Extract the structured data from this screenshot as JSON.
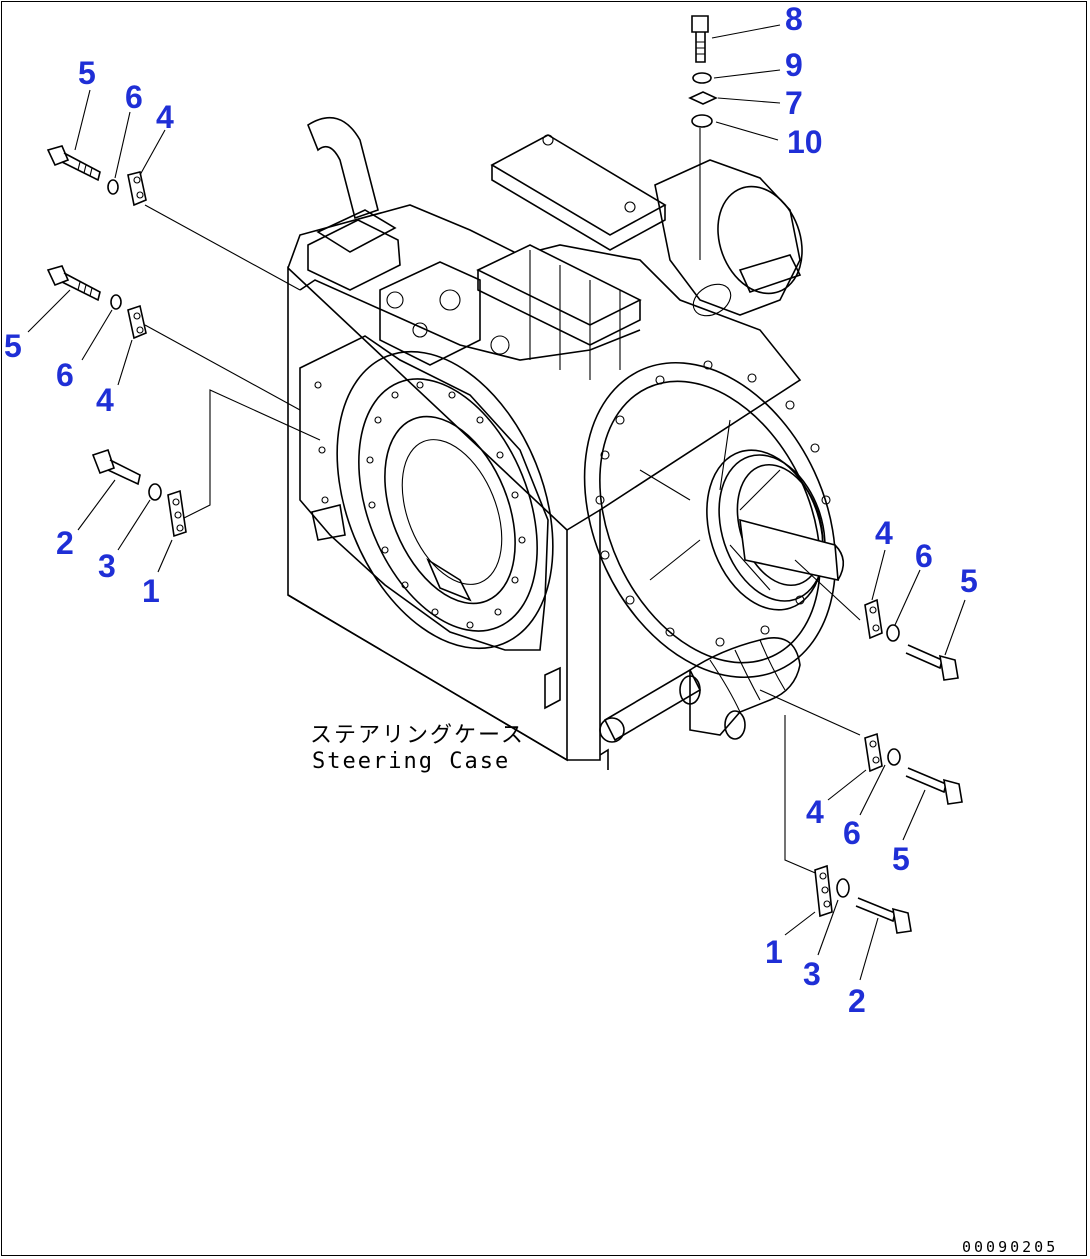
{
  "caption": {
    "japanese": "ステアリングケース",
    "english": "Steering Case"
  },
  "drawing_number": "00090205",
  "callouts": {
    "upper_left_5": "5",
    "upper_left_6": "6",
    "upper_left_4": "4",
    "mid_left_5": "5",
    "mid_left_6": "6",
    "mid_left_4": "4",
    "lower_left_2": "2",
    "lower_left_3": "3",
    "lower_left_1": "1",
    "top_8": "8",
    "top_9": "9",
    "top_7": "7",
    "top_10": "10",
    "right_4": "4",
    "right_6": "6",
    "right_5": "5",
    "lower_right_4": "4",
    "lower_right_6": "6",
    "lower_right_5": "5",
    "bottom_1": "1",
    "bottom_3": "3",
    "bottom_2": "2"
  }
}
